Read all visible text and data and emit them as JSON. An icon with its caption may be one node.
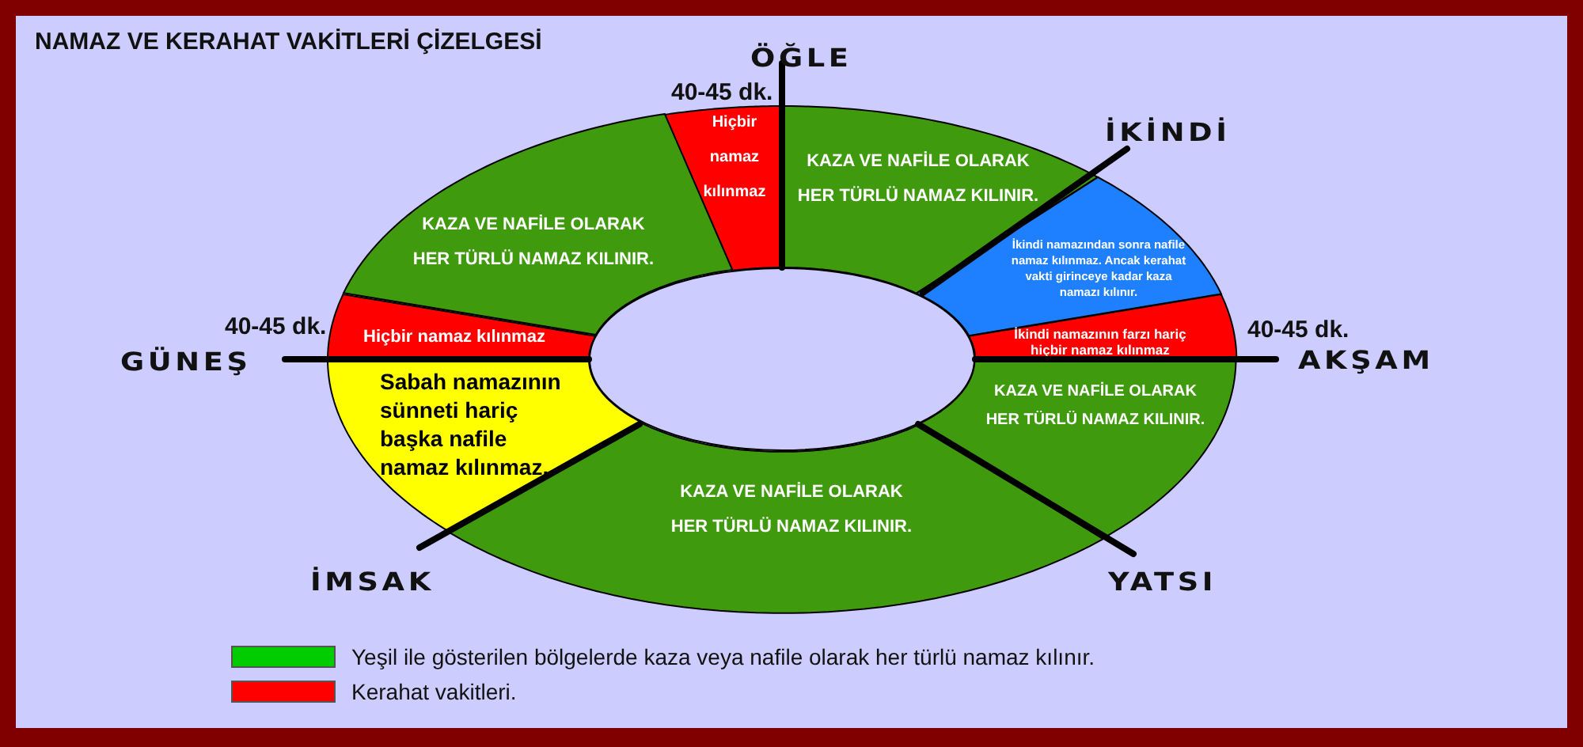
{
  "diagram": {
    "title": "NAMAZ VE KERAHAT VAKİTLERİ ÇİZELGESİ",
    "nodes": [
      {
        "text": [
          "Hiçbir namaz kılınmaz"
        ]
      },
      {
        "text": [
          "KAZA VE NAFİLE OLARAK HER TÜRLÜ NAMAZ KILINIR."
        ]
      },
      {
        "text": [
          "KAZA VE NAFİLE OLARAK HER TÜRLÜ NAMAZ KILINIR."
        ]
      },
      {
        "text": [
          "İkindi namazından sonra nafile namaz kılınmaz. Ancak kerahat vakti girinceye kadar kaza namazı kılınır."
        ]
      },
      {
        "text": [
          "Hiçbir namaz kılınmaz"
        ]
      },
      {
        "text": [
          "İkindi namazının farzı hariç hiçbir namaz kılınmaz"
        ]
      },
      {
        "text": [
          "Sabah namazının sünneti hariç başka nafile namaz kılınmaz."
        ]
      },
      {
        "text": [
          "KAZA VE NAFİLE OLARAK HER TÜRLÜ NAMAZ KILINIR."
        ]
      },
      {
        "text": [
          "KAZA VE NAFİLE OLARAK HER TÜRLÜ NAMAZ KILINIR."
        ]
      },
      {
        "text": [],
        "shape": "ellipse"
      }
    ],
    "labels": [
      "ÖĞLE",
      "40-45 dk.",
      "İKİNDİ",
      "40-45 dk.",
      "40-45 dk.",
      "AKŞAM",
      "GÜNEŞ",
      "İMSAK",
      "YATSI"
    ],
    "legend": [
      {
        "text": "Yeşil ile gösterilen bölgelerde kaza veya nafile olarak her türlü namaz kılınır.",
        "color": "#00cc00"
      },
      {
        "text": "Kerahat vakitleri.",
        "color": "#ff0000"
      }
    ]
  }
}
